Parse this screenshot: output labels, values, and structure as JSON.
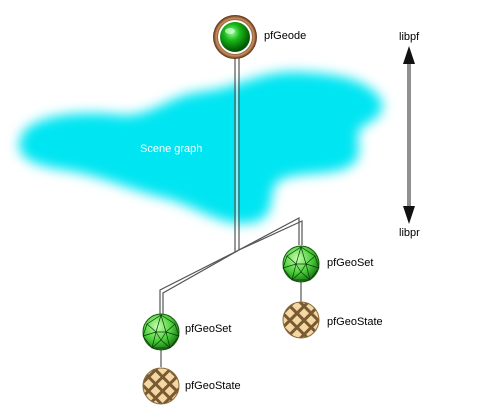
{
  "nodes": {
    "geode": {
      "label": "pfGeode"
    },
    "geoset_right": {
      "label": "pfGeoSet"
    },
    "geostate_right": {
      "label": "pfGeoState"
    },
    "geoset_left": {
      "label": "pfGeoSet"
    },
    "geostate_left": {
      "label": "pfGeoState"
    }
  },
  "cloud": {
    "label": "Scene graph",
    "color": "#00e6f0"
  },
  "axis": {
    "top_label": "libpf",
    "bottom_label": "libpr"
  },
  "colors": {
    "geode_ring": "#7a3a1a",
    "geode_fill": "#10a010",
    "geoset_fill": "#44d044",
    "geostate_fill": "#f5d9a8",
    "geostate_check": "#7a5a30",
    "tree_line": "#555555"
  }
}
